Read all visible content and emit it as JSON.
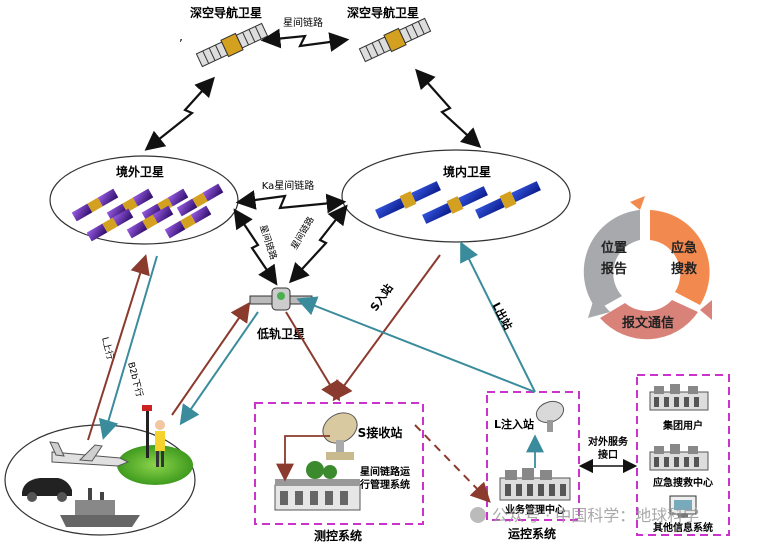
{
  "nodes": {
    "deep_sat_left": "深空导航卫星",
    "deep_sat_right": "深空导航卫星",
    "foreign_sat": "境外卫星",
    "domestic_sat": "境内卫星",
    "leo_sat": "低轨卫星",
    "s_receive_station": "S接收站",
    "isl_ops_line1": "星间链路运",
    "isl_ops_line2": "行管理系统",
    "l_inject_station": "L注入站",
    "business_center": "业务管理中心",
    "group_users": "集团用户",
    "rescue_center": "应急搜救中心",
    "other_info": "其他信息系统",
    "ext_service_line1": "对外服务",
    "ext_service_line2": "接口"
  },
  "groups": {
    "tt_c": "测控系统",
    "ops": "运控系统"
  },
  "links": {
    "isl_top": "星间链路",
    "ka_isl": "Ka星间链路",
    "isl_left": "星间链路",
    "isl_right": "星间链路",
    "l_uplink": "L上行",
    "b2b_downlink": "B2b下行",
    "s_inbound": "S入站",
    "l_outbound": "L出站"
  },
  "cycle": {
    "segments": [
      {
        "label_line1": "位置",
        "label_line2": "报告",
        "color": "#a7a9ac"
      },
      {
        "label_line1": "应急",
        "label_line2": "搜救",
        "color": "#f28a4f"
      },
      {
        "label_line1": "报文通信",
        "label_line2": "",
        "color": "#d98279"
      }
    ]
  },
  "watermark": "公众号 · 中国科学：地球科学",
  "colors": {
    "red_arrow": "#8b3a2e",
    "teal_arrow": "#3a8c9c",
    "dashed_box": "#cc33cc",
    "ellipse_stroke": "#333333"
  }
}
